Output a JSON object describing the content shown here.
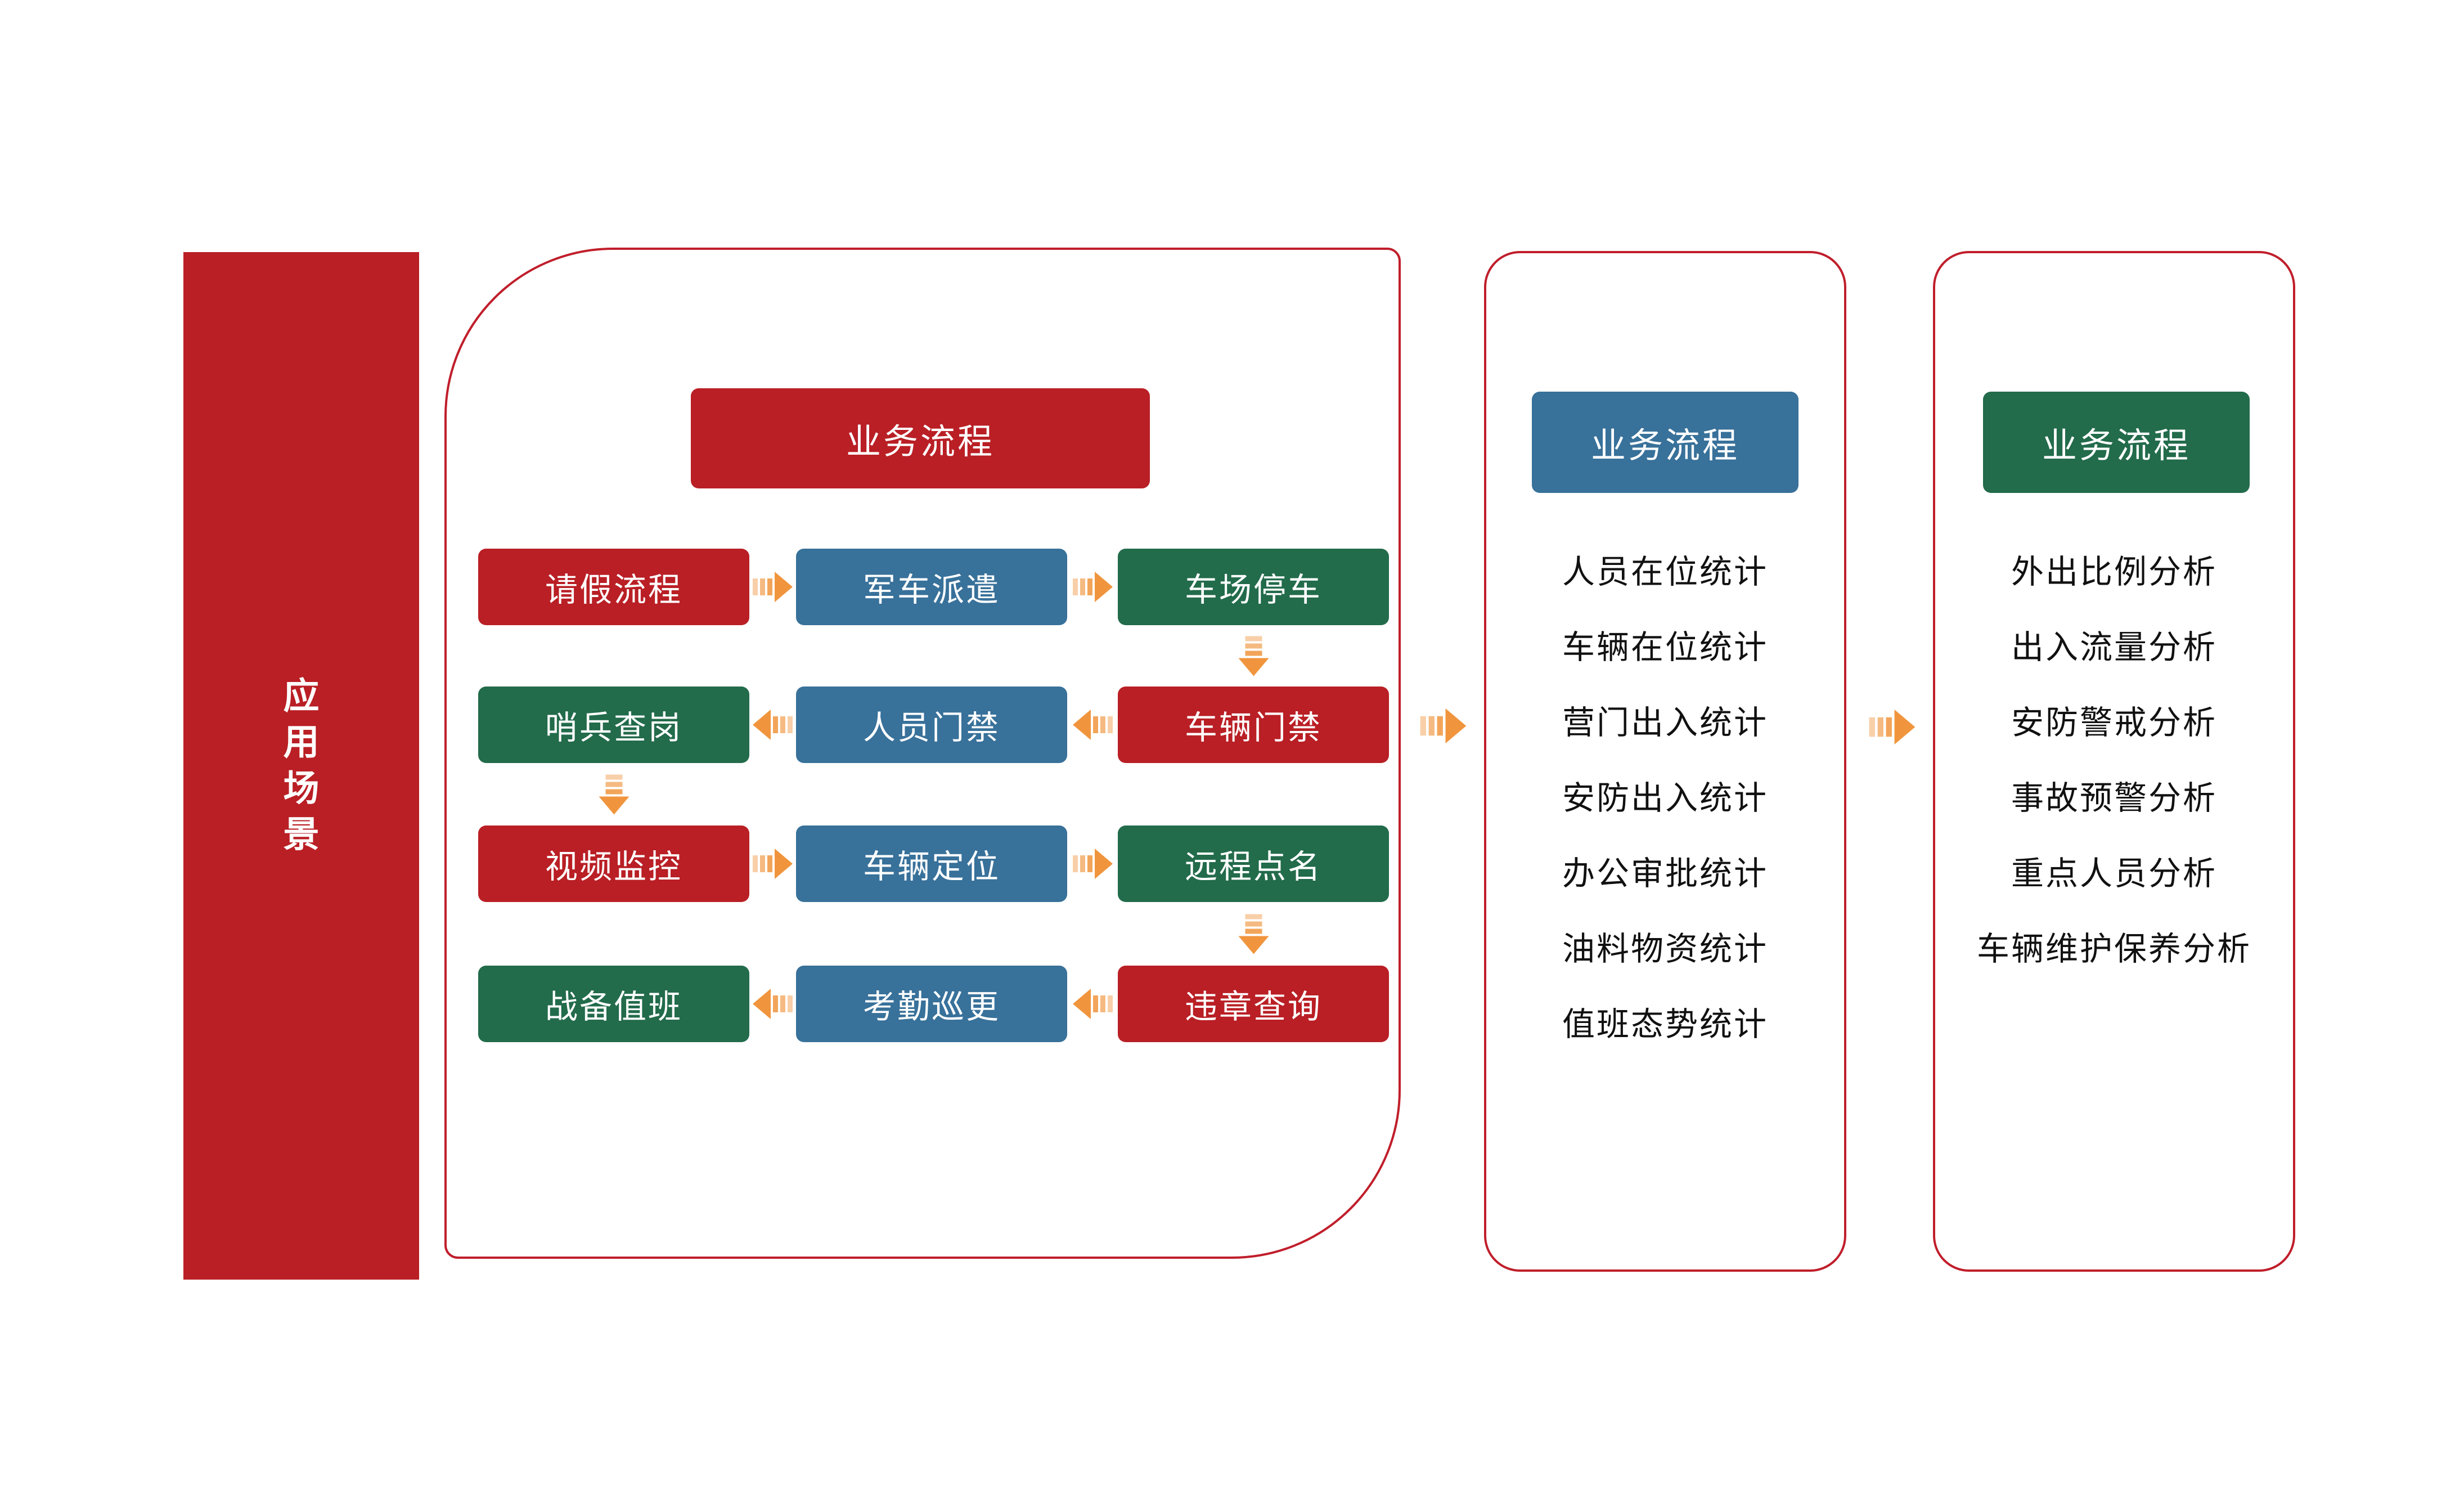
{
  "colors": {
    "red": "#B91F25",
    "blue": "#38719A",
    "green": "#226B4B",
    "orange": "#F0953D",
    "panel_border": "#C01E2B",
    "list_text": "#111111"
  },
  "left_bar": {
    "label": "应用场景"
  },
  "flow_panel": {
    "header_label": "业务流程",
    "boxes": [
      {
        "label": "请假流程",
        "color": "red"
      },
      {
        "label": "军车派遣",
        "color": "blue"
      },
      {
        "label": "车场停车",
        "color": "green"
      },
      {
        "label": "哨兵查岗",
        "color": "green"
      },
      {
        "label": "人员门禁",
        "color": "blue"
      },
      {
        "label": "车辆门禁",
        "color": "red"
      },
      {
        "label": "视频监控",
        "color": "red"
      },
      {
        "label": "车辆定位",
        "color": "blue"
      },
      {
        "label": "远程点名",
        "color": "green"
      },
      {
        "label": "战备值班",
        "color": "green"
      },
      {
        "label": "考勤巡更",
        "color": "blue"
      },
      {
        "label": "违章查询",
        "color": "red"
      }
    ]
  },
  "stats_panel": {
    "header_label": "业务流程",
    "items": [
      "人员在位统计",
      "车辆在位统计",
      "营门出入统计",
      "安防出入统计",
      "办公审批统计",
      "油料物资统计",
      "值班态势统计"
    ]
  },
  "analysis_panel": {
    "header_label": "业务流程",
    "items": [
      "外出比例分析",
      "出入流量分析",
      "安防警戒分析",
      "事故预警分析",
      "重点人员分析",
      "车辆维护保养分析"
    ]
  }
}
